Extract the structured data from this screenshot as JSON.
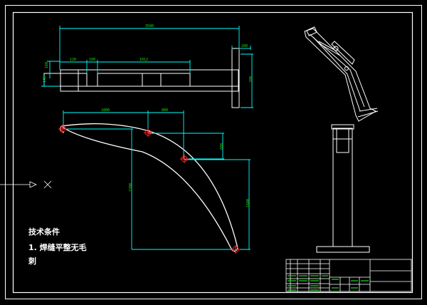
{
  "tech_notes": {
    "title": "技术条件",
    "line1": "1. 焊缝平整无毛",
    "line2": "刺"
  },
  "dimensions": {
    "top_overall": "3500",
    "top_left_a": "120",
    "top_left_b": "100",
    "top_mid": "1012",
    "top_right_flange": "200",
    "top_left_small": "160",
    "top_left_v": "140",
    "top_right_height": "280",
    "arm_span_left": "1800",
    "arm_span_right": "800",
    "arm_v_small": "600",
    "arm_v_right": "1600",
    "arm_v_left": "2200"
  },
  "colors": {
    "background": "#000000",
    "outline": "#ffffff",
    "dimension_line": "#00ffff",
    "dimension_text": "#19e019",
    "marker": "#ff2020"
  },
  "icons": {
    "ucs": "ucs-axis-icon"
  }
}
